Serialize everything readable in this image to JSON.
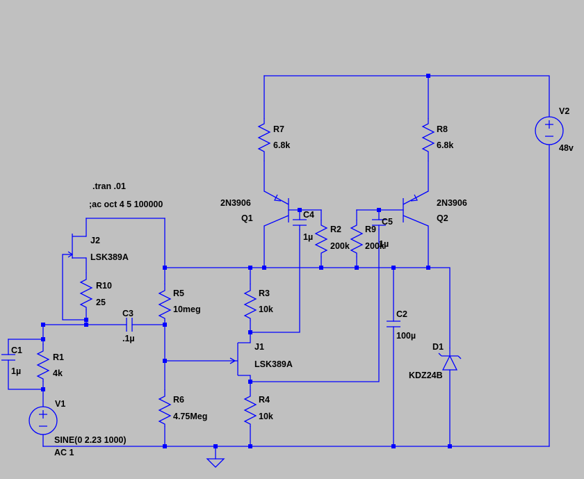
{
  "directives": [
    ".tran .01",
    ";ac oct 4 5 100000"
  ],
  "components": {
    "R7": {
      "ref": "R7",
      "value": "6.8k"
    },
    "R8": {
      "ref": "R8",
      "value": "6.8k"
    },
    "R2": {
      "ref": "R2",
      "value": "200k"
    },
    "R9": {
      "ref": "R9",
      "value": "200k"
    },
    "R10": {
      "ref": "R10",
      "value": "25"
    },
    "R5": {
      "ref": "R5",
      "value": "10meg"
    },
    "R3": {
      "ref": "R3",
      "value": "10k"
    },
    "R1": {
      "ref": "R1",
      "value": "4k"
    },
    "R6": {
      "ref": "R6",
      "value": "4.75Meg"
    },
    "R4": {
      "ref": "R4",
      "value": "10k"
    },
    "C1": {
      "ref": "C1",
      "value": "1µ"
    },
    "C2": {
      "ref": "C2",
      "value": "100µ"
    },
    "C3": {
      "ref": "C3",
      "value": ".1µ"
    },
    "C4": {
      "ref": "C4",
      "value": "1µ"
    },
    "C5": {
      "ref": "C5",
      "value": "1µ"
    },
    "Q1": {
      "ref": "Q1",
      "value": "2N3906"
    },
    "Q2": {
      "ref": "Q2",
      "value": "2N3906"
    },
    "J1": {
      "ref": "J1",
      "value": "LSK389A"
    },
    "J2": {
      "ref": "J2",
      "value": "LSK389A"
    },
    "D1": {
      "ref": "D1",
      "value": "KDZ24B"
    },
    "V1": {
      "ref": "V1",
      "value": "SINE(0 2.23 1000)",
      "value2": "AC 1"
    },
    "V2": {
      "ref": "V2",
      "value": "48v"
    }
  },
  "colors": {
    "background": "#c0c0c0",
    "wire": "#0000ff",
    "text": "#000000"
  }
}
